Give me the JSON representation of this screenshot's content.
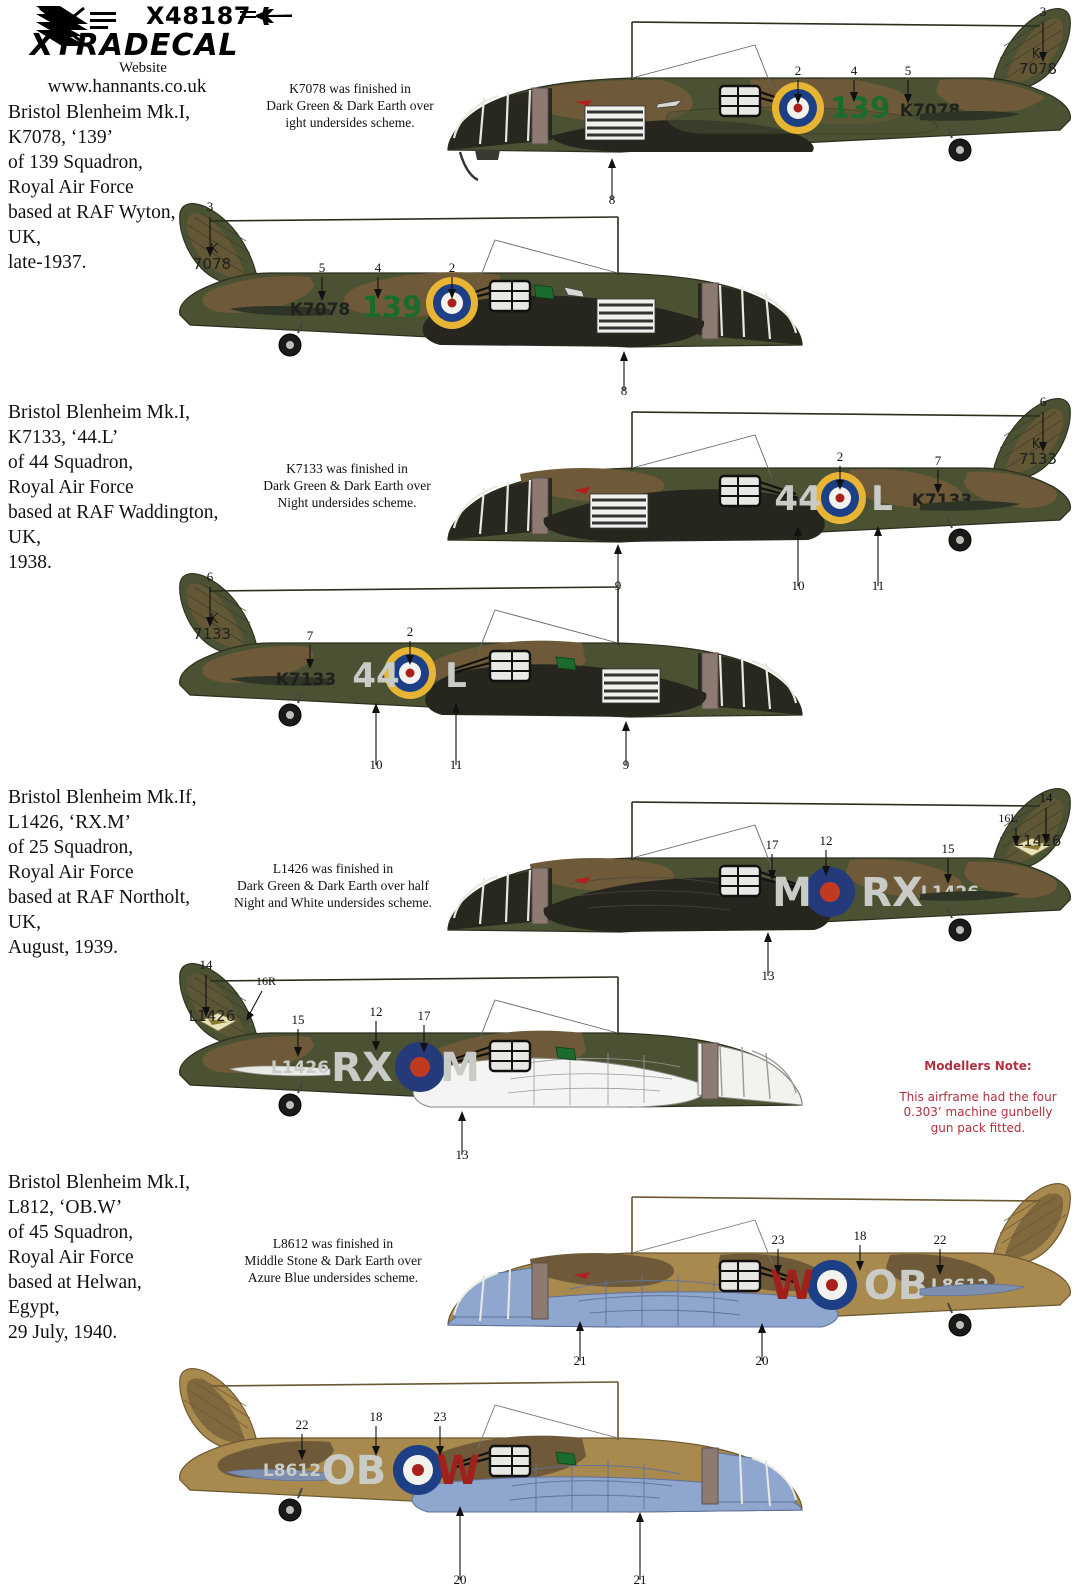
{
  "header": {
    "product_code": "X48187",
    "brand": "TRADECAL",
    "brand_initial": "X",
    "website_label": "Website",
    "url": "www.hannants.co.uk"
  },
  "schemes": [
    {
      "id": "k7078",
      "description": "Bristol Blenheim Mk.I,\nK7078, ‘139’\nof 139 Squadron,\nRoyal Air Force\nbased at RAF Wyton,\nUK,\nlate-1937.",
      "caption": "K7078 was finished in\nDark Green & Dark Earth over\night undersides scheme.",
      "serial": "K7078",
      "code": "139",
      "tail_serial_top": "K",
      "tail_serial_bottom": "7078",
      "code_color": "#1c6b2e",
      "serial_color": "#20201c",
      "callouts_top": [
        "3",
        "2",
        "4",
        "5",
        "8"
      ],
      "callouts_bottom": [
        "3",
        "5",
        "4",
        "2",
        "8"
      ]
    },
    {
      "id": "k7133",
      "description": "Bristol Blenheim Mk.I,\nK7133, ‘44.L’\nof 44 Squadron,\nRoyal Air Force\nbased at RAF Waddington,\nUK,\n1938.",
      "caption": "K7133 was finished in\nDark Green & Dark Earth over\nNight undersides scheme.",
      "serial": "K7133",
      "code_left": "44",
      "code_right": "L",
      "tail_serial_top": "K",
      "tail_serial_bottom": "7133",
      "code_color": "#c9ccc6",
      "serial_color": "#20201c",
      "callouts_top": [
        "6",
        "2",
        "7",
        "9",
        "10",
        "11"
      ],
      "callouts_bottom": [
        "6",
        "7",
        "2",
        "10",
        "11",
        "9"
      ]
    },
    {
      "id": "l1426",
      "description": "Bristol Blenheim Mk.If,\nL1426, ‘RX.M’\nof 25 Squadron,\nRoyal Air Force\nbased at RAF Northolt,\nUK,\nAugust, 1939.",
      "caption": "L1426 was finished in\nDark Green & Dark Earth over half\nNight and White undersides scheme.",
      "serial": "L1426",
      "code_left": "M",
      "code_right": "RX",
      "code_left_mirror": "RX",
      "code_right_mirror": "M",
      "tail_serial": "L1426",
      "code_color": "#c9ccc6",
      "serial_color": "#c9ccc6",
      "callouts_top": [
        "14",
        "16L",
        "17",
        "12",
        "15",
        "13"
      ],
      "callouts_bottom": [
        "14",
        "16R",
        "15",
        "12",
        "17",
        "13"
      ]
    },
    {
      "id": "l8612",
      "description": "Bristol Blenheim Mk.I,\nL812, ‘OB.W’\nof 45 Squadron,\nRoyal Air Force\nbased at Helwan,\nEgypt,\n29 July, 1940.",
      "caption": "L8612 was finished in\nMiddle Stone & Dark Earth over\nAzure Blue undersides scheme.",
      "serial": "L8612",
      "code_left": "W",
      "code_right": "OB",
      "code_left_mirror": "OB",
      "code_right_mirror": "W",
      "code_color": "#c9ccc6",
      "code_letter_color": "#a0201c",
      "serial_color": "#c9ccc6",
      "callouts_top": [
        "23",
        "18",
        "22",
        "21",
        "20"
      ],
      "callouts_bottom": [
        "22",
        "18",
        "23",
        "20",
        "21"
      ]
    }
  ],
  "modellers_note": {
    "title": "Modellers Note:",
    "body": "This airframe had the four\n0.303’ machine gunbelly\ngun pack fitted."
  },
  "colors": {
    "dark_green": "#4a5233",
    "dark_earth": "#6e5a38",
    "dark_earth_light": "#7d6840",
    "night_black": "#26261f",
    "middle_stone": "#a8894e",
    "azure_blue": "#8fa6cf",
    "sky_light": "#b9bda4",
    "white_under": "#f4f4f2",
    "roundel_yellow": "#e8b433",
    "roundel_blue": "#1c3f86",
    "roundel_white": "#f2f2ee",
    "roundel_red": "#a8201c",
    "type_b_blue": "#243a7a",
    "type_b_red": "#c03a22",
    "metal_grey": "#8d7b72",
    "note_red": "#b03040"
  }
}
